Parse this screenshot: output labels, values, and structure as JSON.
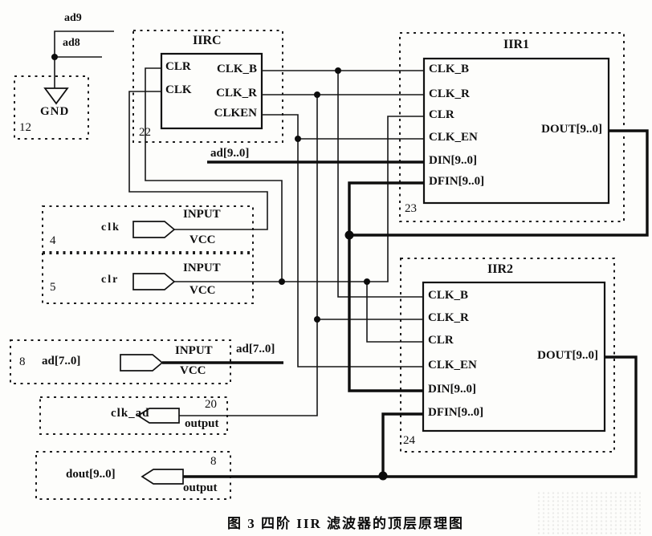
{
  "caption": "图 3  四阶 IIR 滤波器的顶层原理图",
  "nets": {
    "ad9": "ad9",
    "ad8": "ad8",
    "ad_bus": "ad[9..0]",
    "ad78_bus": "ad[7..0]"
  },
  "gnd": {
    "num": "12",
    "label": "GND"
  },
  "iirc": {
    "num": "22",
    "title": "IIRC",
    "in1": "CLR",
    "in2": "CLK",
    "out1": "CLK_B",
    "out2": "CLK_R",
    "out3": "CLKEN"
  },
  "iir1": {
    "num": "23",
    "title": "IIR1",
    "p1": "CLK_B",
    "p2": "CLK_R",
    "p3": "CLR",
    "p4": "CLK_EN",
    "p5": "DIN[9..0]",
    "p6": "DFIN[9..0]",
    "out": "DOUT[9..0]"
  },
  "iir2": {
    "num": "24",
    "title": "IIR2",
    "p1": "CLK_B",
    "p2": "CLK_R",
    "p3": "CLR",
    "p4": "CLK_EN",
    "p5": "DIN[9..0]",
    "p6": "DFIN[9..0]",
    "out": "DOUT[9..0]"
  },
  "pins": {
    "clk": {
      "num": "4",
      "name": "clk",
      "kind": "INPUT",
      "sub": "VCC"
    },
    "clr": {
      "num": "5",
      "name": "clr",
      "kind": "INPUT",
      "sub": "VCC"
    },
    "ad": {
      "num": "8",
      "name": "ad[7..0]",
      "kind": "INPUT",
      "sub": "VCC"
    },
    "clk_ad": {
      "num": "20",
      "name": "clk_ad",
      "kind": "output"
    },
    "dout": {
      "num": "8",
      "name": "dout[9..0]",
      "kind": "output"
    }
  }
}
